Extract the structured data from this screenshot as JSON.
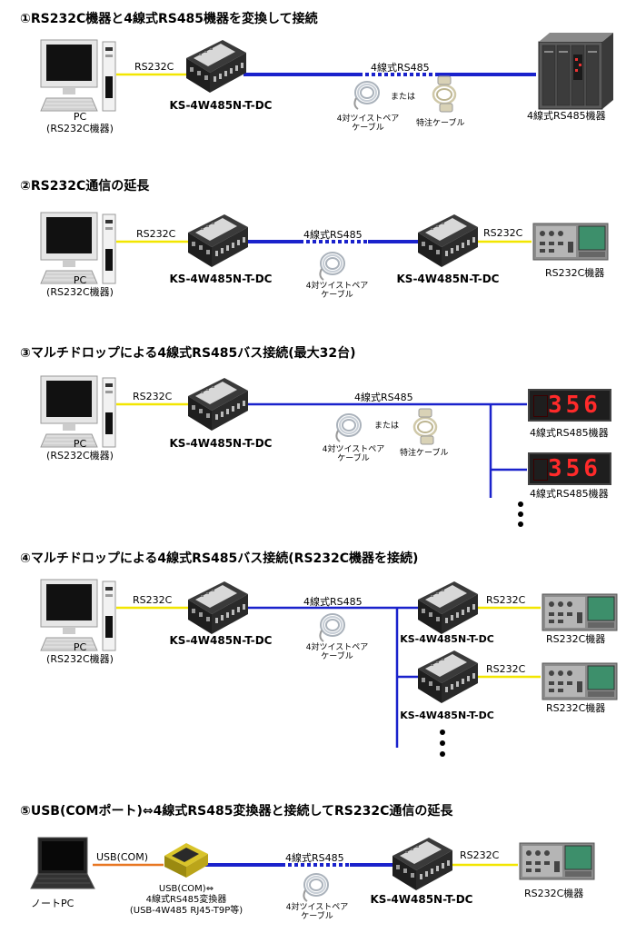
{
  "sections": [
    {
      "title": "①RS232C機器と4線式RS485機器を変換して接続"
    },
    {
      "title": "②RS232C通信の延長"
    },
    {
      "title": "③マルチドロップによる4線式RS485バス接続(最大32台)"
    },
    {
      "title": "④マルチドロップによる4線式RS485バス接続(RS232C機器を接続)"
    },
    {
      "title": "⑤USB(COMポート)⇔4線式RS485変換器と接続してRS232C通信の延長"
    }
  ],
  "labels": {
    "pc_line1": "PC",
    "pc_line2": "(RS232C機器)",
    "rs232c": "RS232C",
    "rs485_4w": "4線式RS485",
    "converter": "KS-4W485N-T-DC",
    "cable_tp_line1": "4対ツイストペア",
    "cable_tp_line2": "ケーブル",
    "or": "または",
    "special_cable": "特注ケーブル",
    "rs485_device": "4線式RS485機器",
    "rs232c_device": "RS232C機器",
    "notebook_pc": "ノートPC",
    "usb_com": "USB(COM)",
    "usb_conv_line1": "USB(COM)⇔",
    "usb_conv_line2": "4線式RS485変換器",
    "usb_conv_line3": "(USB-4W485 RJ45-T9P等)"
  },
  "display_value": "356",
  "colors": {
    "rs232c_line": "#f2e600",
    "rs485_line": "#1a22cc",
    "usb_line": "#e87722"
  }
}
